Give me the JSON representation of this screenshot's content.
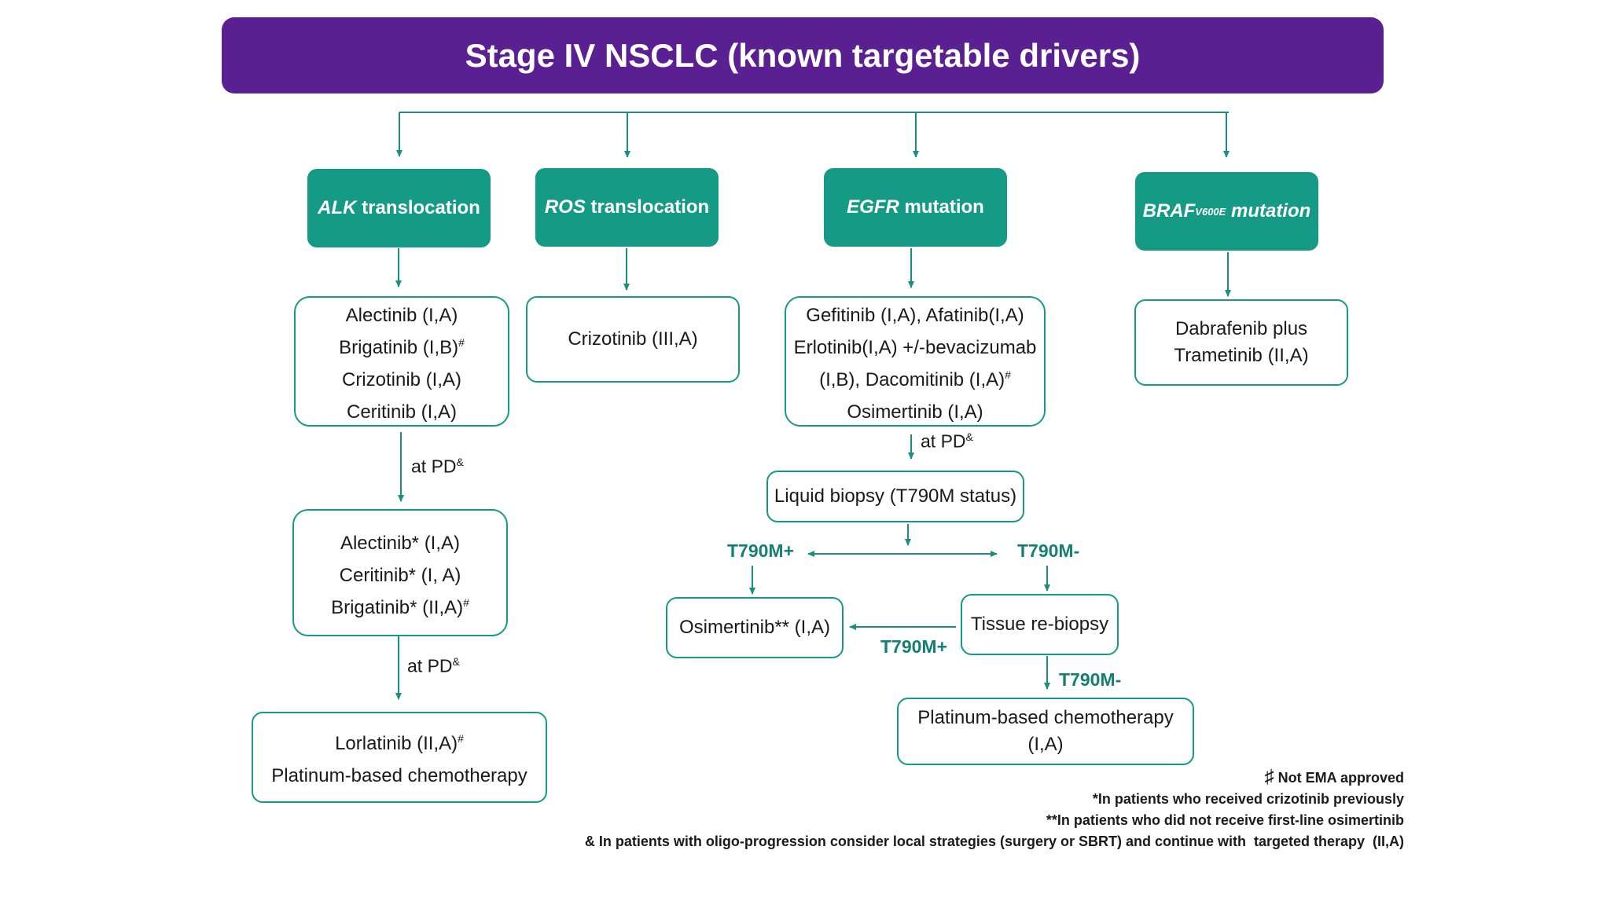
{
  "title": "Stage IV NSCLC (known targetable drivers)",
  "drivers": {
    "alk": {
      "italic": "ALK",
      "rest": " translocation"
    },
    "ros": {
      "italic": "ROS",
      "rest": " translocation"
    },
    "egfr": {
      "italic": "EGFR",
      "rest": " mutation"
    },
    "braf": {
      "italic": "BRAF",
      "sup": "V600E",
      "rest": " mutation"
    }
  },
  "alk_first": [
    {
      "text": "Alectinib  (I,A)",
      "sup": ""
    },
    {
      "text": "Brigatinib (I,B)",
      "sup": "#"
    },
    {
      "text": "Crizotinib (I,A)",
      "sup": ""
    },
    {
      "text": "Ceritinib (I,A)",
      "sup": ""
    }
  ],
  "alk_second": [
    {
      "text": "Alectinib*  (I,A)",
      "sup": ""
    },
    {
      "text": "Ceritinib* (I, A)",
      "sup": ""
    },
    {
      "text": "Brigatinib* (II,A)",
      "sup": "#"
    }
  ],
  "alk_third": [
    {
      "text": "Lorlatinib (II,A)",
      "sup": "#"
    },
    {
      "text": "Platinum-based chemotherapy",
      "sup": ""
    }
  ],
  "ros_first": "Crizotinib (III,A)",
  "egfr_first": [
    {
      "text": "Gefitinib (I,A), Afatinib(I,A)",
      "sup": ""
    },
    {
      "text": "Erlotinib(I,A) +/-bevacizumab",
      "sup": ""
    },
    {
      "text": "(I,B), Dacomitinib (I,A)",
      "sup": "#"
    },
    {
      "text": "Osimertinib (I,A)",
      "sup": ""
    }
  ],
  "braf_first": [
    "Dabrafenib plus",
    "Trametinib (II,A)"
  ],
  "labels": {
    "at_pd": "at PD",
    "at_pd_sup": "&",
    "t790m_pos": "T790M+",
    "t790m_neg": "T790M-"
  },
  "egfr_flow": {
    "liquid_biopsy": "Liquid biopsy (T790M status)",
    "osimertinib": "Osimertinib** (I,A)",
    "tissue_rebiopsy": "Tissue re-biopsy",
    "platinum": "Platinum-based chemotherapy (I,A)"
  },
  "footnotes": [
    {
      "symbol": "♯",
      "text": " Not EMA approved"
    },
    {
      "symbol": "",
      "text": "*In patients who received crizotinib previously"
    },
    {
      "symbol": "",
      "text": "**In patients who did not receive first-line osimertinib"
    },
    {
      "symbol": "",
      "text": "& In patients with oligo-progression consider local strategies (surgery or SBRT) and continue with  targeted therapy  (II,A)"
    }
  ],
  "colors": {
    "banner": "#5a1f91",
    "teal": "#159a86",
    "teal_text": "#147f74",
    "arrow": "#1a8f80"
  }
}
